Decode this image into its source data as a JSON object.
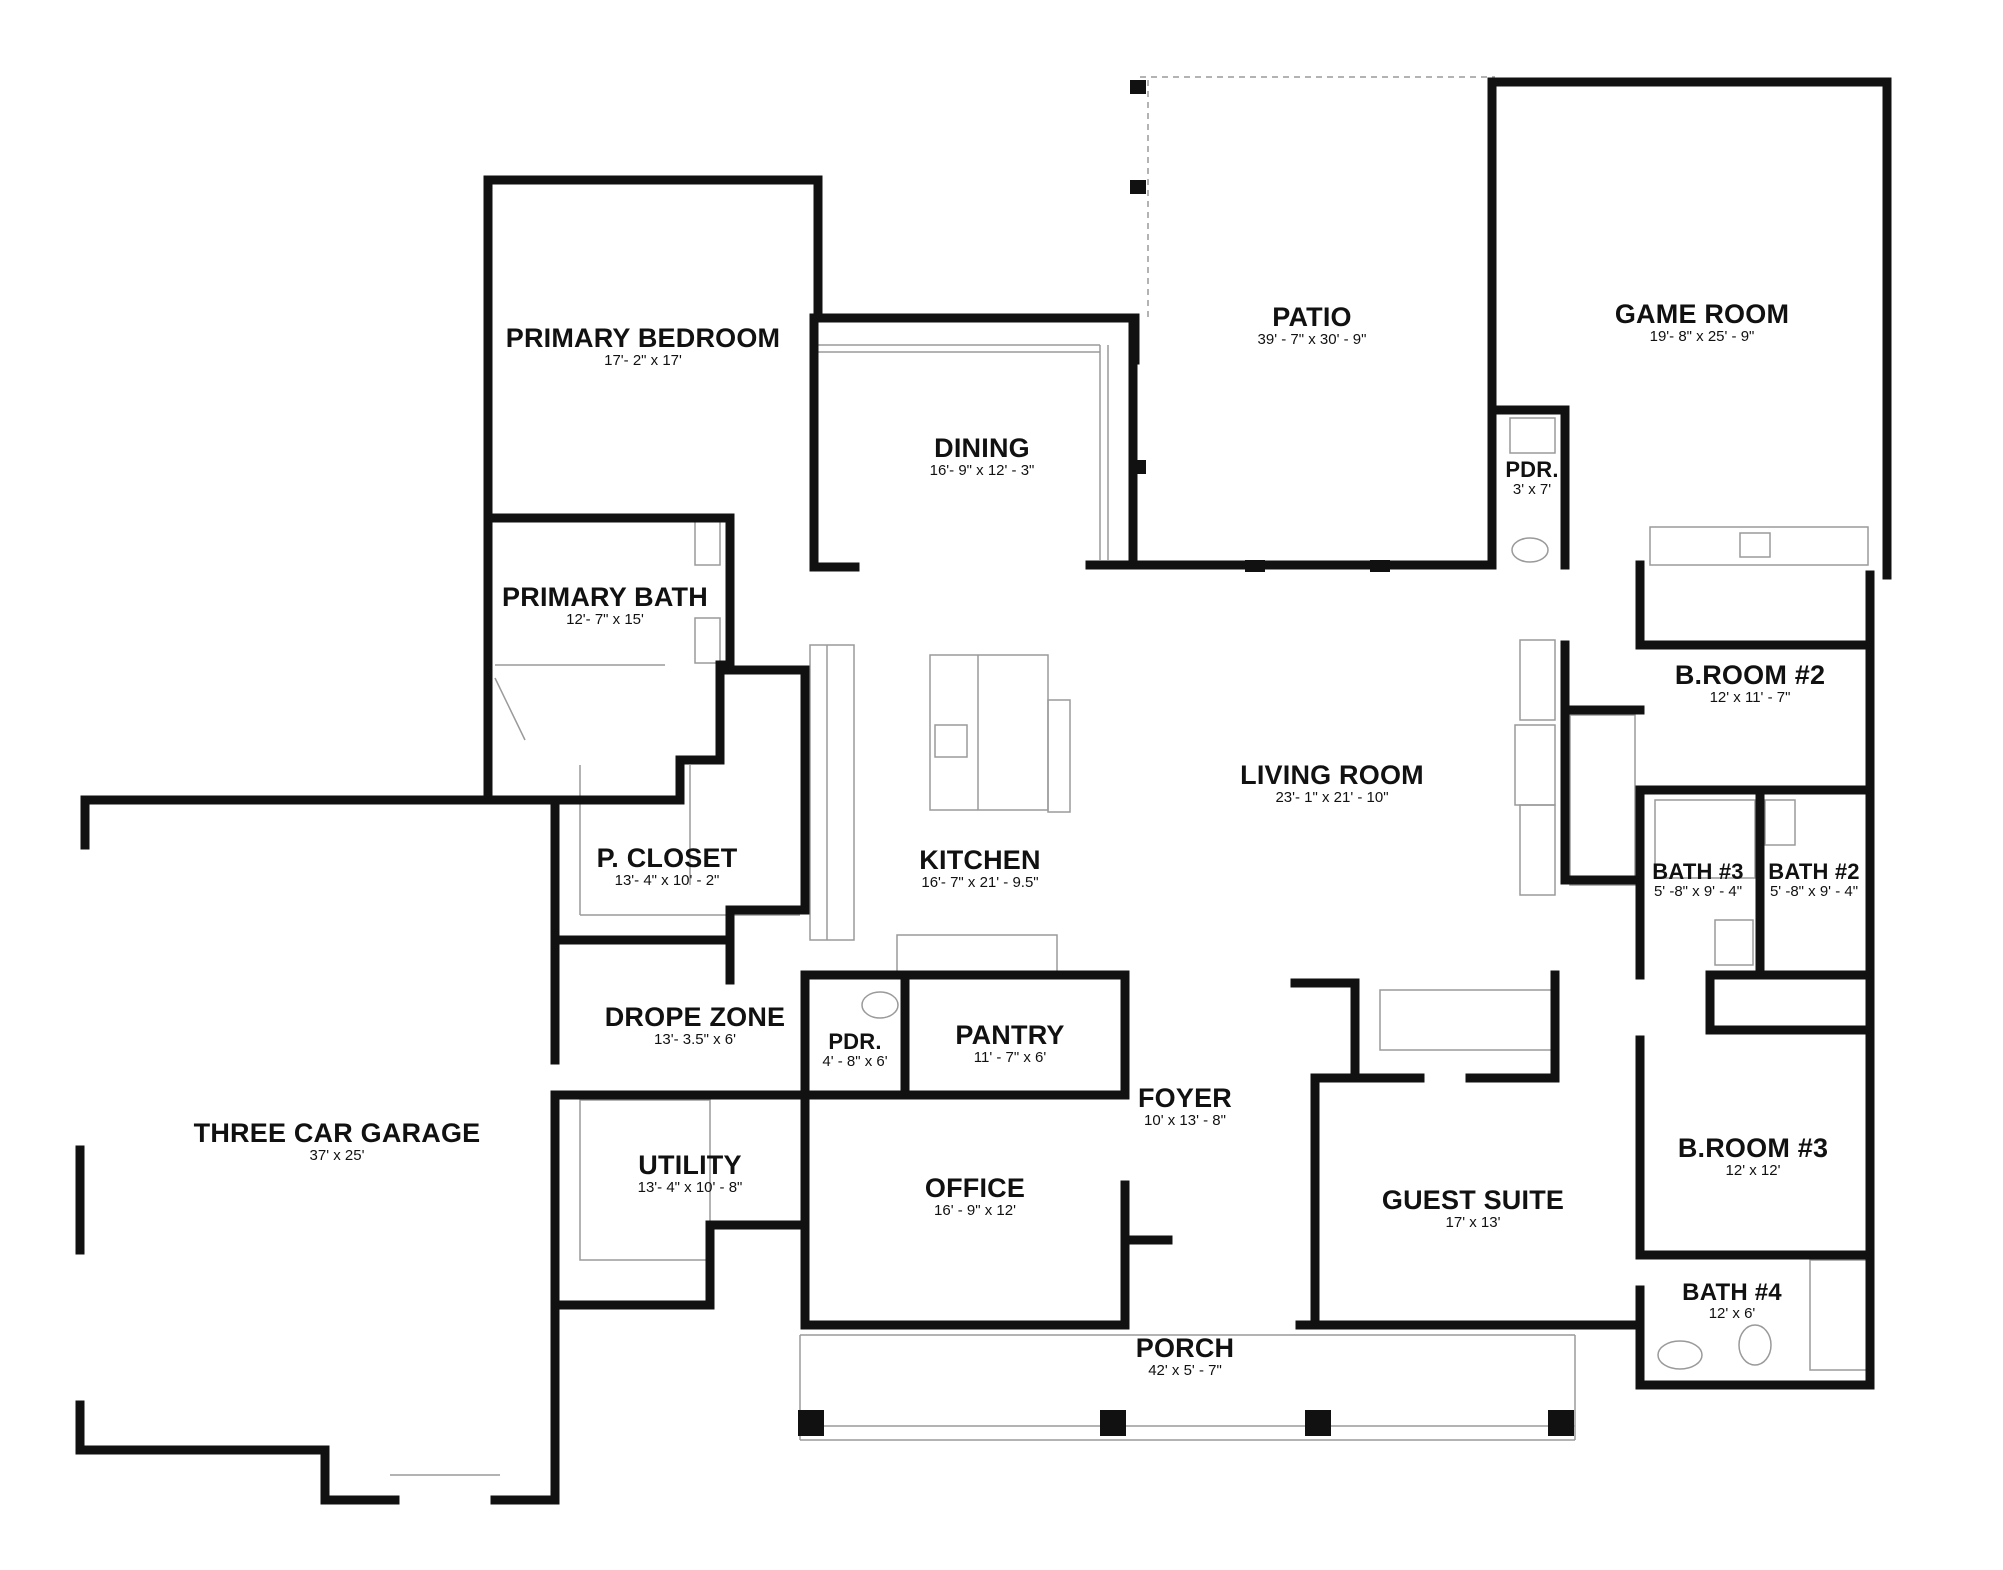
{
  "rooms": {
    "primary_bedroom": {
      "name": "PRIMARY BEDROOM",
      "dim": "17'- 2\" x 17'"
    },
    "dining": {
      "name": "DINING",
      "dim": "16'- 9\" x 12' - 3\""
    },
    "patio": {
      "name": "PATIO",
      "dim": "39' - 7\" x 30' - 9\""
    },
    "game_room": {
      "name": "GAME ROOM",
      "dim": "19'- 8\" x 25' - 9\""
    },
    "pdr_game": {
      "name": "PDR.",
      "dim": "3' x 7'"
    },
    "primary_bath": {
      "name": "PRIMARY BATH",
      "dim": "12'- 7\" x 15'"
    },
    "bedroom_2": {
      "name": "B.ROOM #2",
      "dim": "12' x 11' - 7\""
    },
    "living_room": {
      "name": "LIVING ROOM",
      "dim": "23'- 1\" x 21' - 10\""
    },
    "p_closet": {
      "name": "P. CLOSET",
      "dim": "13'- 4\" x 10' - 2\""
    },
    "kitchen": {
      "name": "KITCHEN",
      "dim": "16'- 7\" x 21' - 9.5\""
    },
    "bath_3": {
      "name": "BATH #3",
      "dim": "5' -8\" x 9' - 4\""
    },
    "bath_2": {
      "name": "BATH #2",
      "dim": "5' -8\" x 9' - 4\""
    },
    "drope_zone": {
      "name": "DROPE ZONE",
      "dim": "13'- 3.5\" x 6'"
    },
    "pdr_main": {
      "name": "PDR.",
      "dim": "4' - 8\" x 6'"
    },
    "pantry": {
      "name": "PANTRY",
      "dim": "11' - 7\" x 6'"
    },
    "foyer": {
      "name": "FOYER",
      "dim": "10' x 13' - 8\""
    },
    "three_car_garage": {
      "name": "THREE CAR GARAGE",
      "dim": "37' x 25'"
    },
    "bedroom_3": {
      "name": "B.ROOM #3",
      "dim": "12' x 12'"
    },
    "utility": {
      "name": "UTILITY",
      "dim": "13'- 4\" x 10' - 8\""
    },
    "office": {
      "name": "OFFICE",
      "dim": "16' - 9\" x 12'"
    },
    "guest_suite": {
      "name": "GUEST SUITE",
      "dim": "17' x 13'"
    },
    "bath_4": {
      "name": "BATH #4",
      "dim": "12' x 6'"
    },
    "porch": {
      "name": "PORCH",
      "dim": "42' x 5' - 7\""
    }
  },
  "colors": {
    "wall": "#111111",
    "thin_line": "#888888",
    "light_line": "#bbbbbb",
    "background": "#ffffff"
  }
}
